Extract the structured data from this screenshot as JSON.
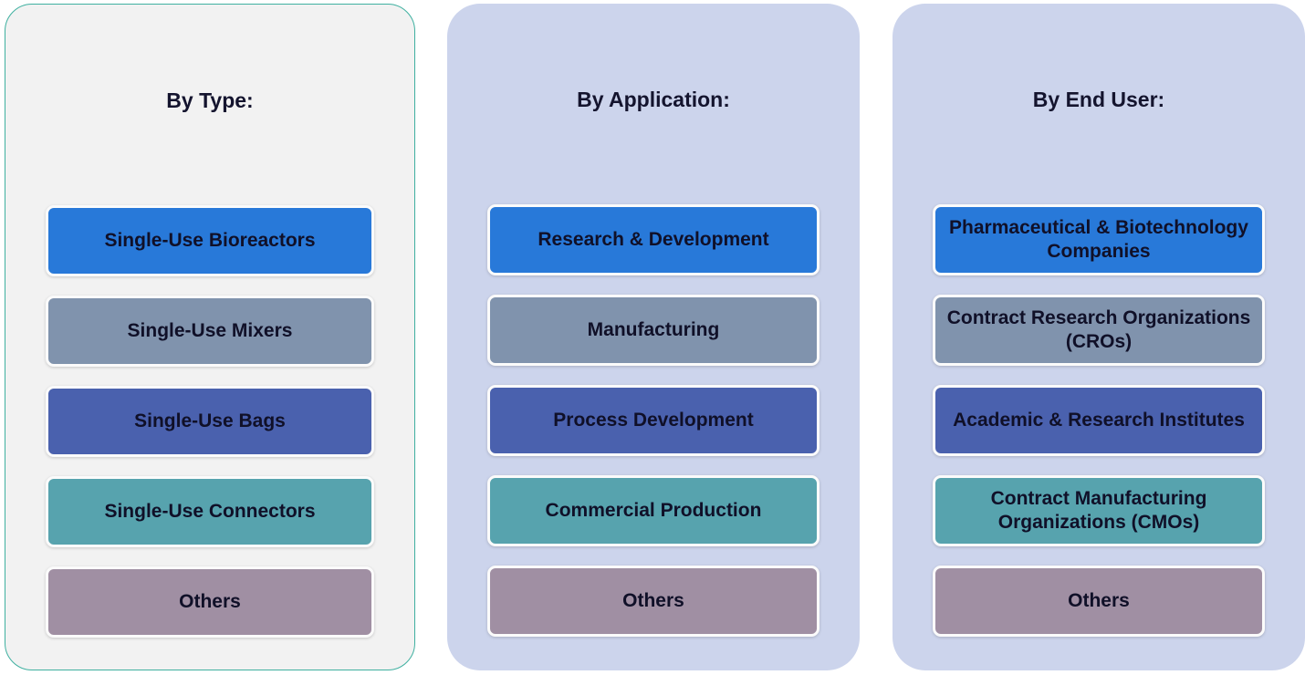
{
  "panels": [
    {
      "title": "By Type:",
      "background": "#f2f2f2",
      "border_color": "#3fb0a0",
      "items": [
        {
          "label": "Single-Use Bioreactors",
          "color": "#2879d9"
        },
        {
          "label": "Single-Use Mixers",
          "color": "#8093ad"
        },
        {
          "label": "Single-Use Bags",
          "color": "#4a61ae"
        },
        {
          "label": "Single-Use Connectors",
          "color": "#57a3ae"
        },
        {
          "label": "Others",
          "color": "#a08fa3"
        }
      ]
    },
    {
      "title": "By Application:",
      "background": "#ccd4ec",
      "items": [
        {
          "label": "Research & Development",
          "color": "#2879d9"
        },
        {
          "label": "Manufacturing",
          "color": "#8093ad"
        },
        {
          "label": "Process Development",
          "color": "#4a61ae"
        },
        {
          "label": "Commercial Production",
          "color": "#57a3ae"
        },
        {
          "label": "Others",
          "color": "#a08fa3"
        }
      ]
    },
    {
      "title": "By End User:",
      "background": "#ccd4ec",
      "items": [
        {
          "label": "Pharmaceutical & Biotechnology Companies",
          "color": "#2879d9"
        },
        {
          "label": "Contract Research Organizations (CROs)",
          "color": "#8093ad"
        },
        {
          "label": "Academic & Research Institutes",
          "color": "#4a61ae"
        },
        {
          "label": "Contract Manufacturing Organizations (CMOs)",
          "color": "#57a3ae"
        },
        {
          "label": "Others",
          "color": "#a08fa3"
        }
      ]
    }
  ]
}
